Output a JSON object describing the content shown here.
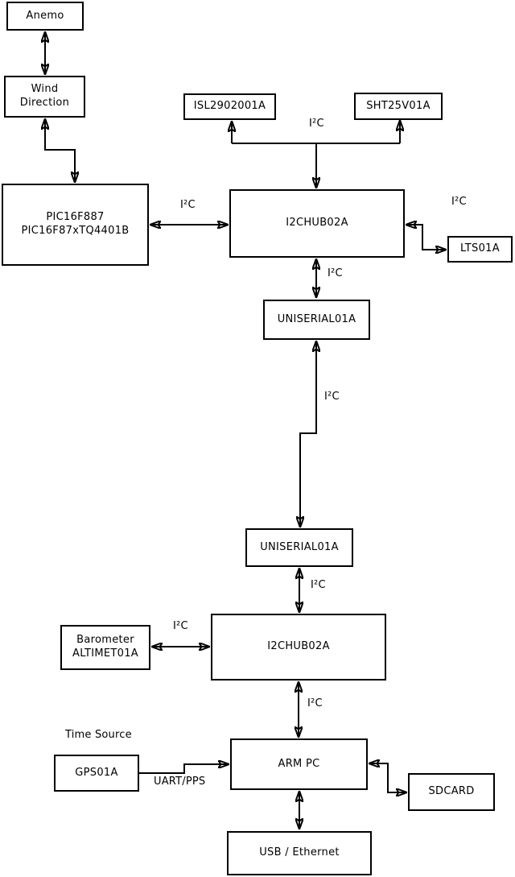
{
  "diagram": {
    "nodes": {
      "anemo": {
        "label": "Anemo"
      },
      "wind_direction": {
        "label": "Wind\nDirection"
      },
      "pic": {
        "label": "PIC16F887\nPIC16F87xTQ4401B"
      },
      "isl": {
        "label": "ISL2902001A"
      },
      "sht": {
        "label": "SHT25V01A"
      },
      "hub1": {
        "label": "I2CHUB02A"
      },
      "lts": {
        "label": "LTS01A"
      },
      "uniserial1": {
        "label": "UNISERIAL01A"
      },
      "uniserial2": {
        "label": "UNISERIAL01A"
      },
      "hub2": {
        "label": "I2CHUB02A"
      },
      "barometer": {
        "label": "Barometer\nALTIMET01A"
      },
      "gps": {
        "label": "GPS01A"
      },
      "armpc": {
        "label": "ARM PC"
      },
      "sdcard": {
        "label": "SDCARD"
      },
      "usb": {
        "label": "USB / Ethernet"
      }
    },
    "labels": {
      "i2c_top": "I²C",
      "i2c_pic_hub1": "I²C",
      "i2c_hub1_lts": "I²C",
      "i2c_hub1_uniserial1": "I²C",
      "i2c_uniserial_link": "I²C",
      "i2c_uniserial2_hub2": "I²C",
      "i2c_barometer_hub2": "I²C",
      "i2c_hub2_armpc": "I²C",
      "uart_pps": "UART/PPS",
      "time_source": "Time Source"
    },
    "colors": {
      "background": "#ffffff",
      "box_fill": "#ffffff",
      "box_border": "#000000",
      "line": "#000000",
      "text": "#000000"
    }
  }
}
